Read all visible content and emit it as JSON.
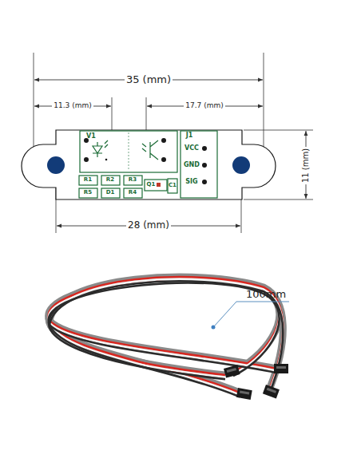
{
  "diagram": {
    "labels": [
      "35 (mm)",
      "11.3 (mm)",
      "17.7 (mm)",
      "11 (mm)",
      "28 (mm)",
      "V1",
      "J1",
      "VCC",
      "GND",
      "SIG",
      "R1",
      "R2",
      "R3",
      "R5",
      "D1",
      "R4",
      "Q1",
      "C1",
      "100mm"
    ]
  }
}
